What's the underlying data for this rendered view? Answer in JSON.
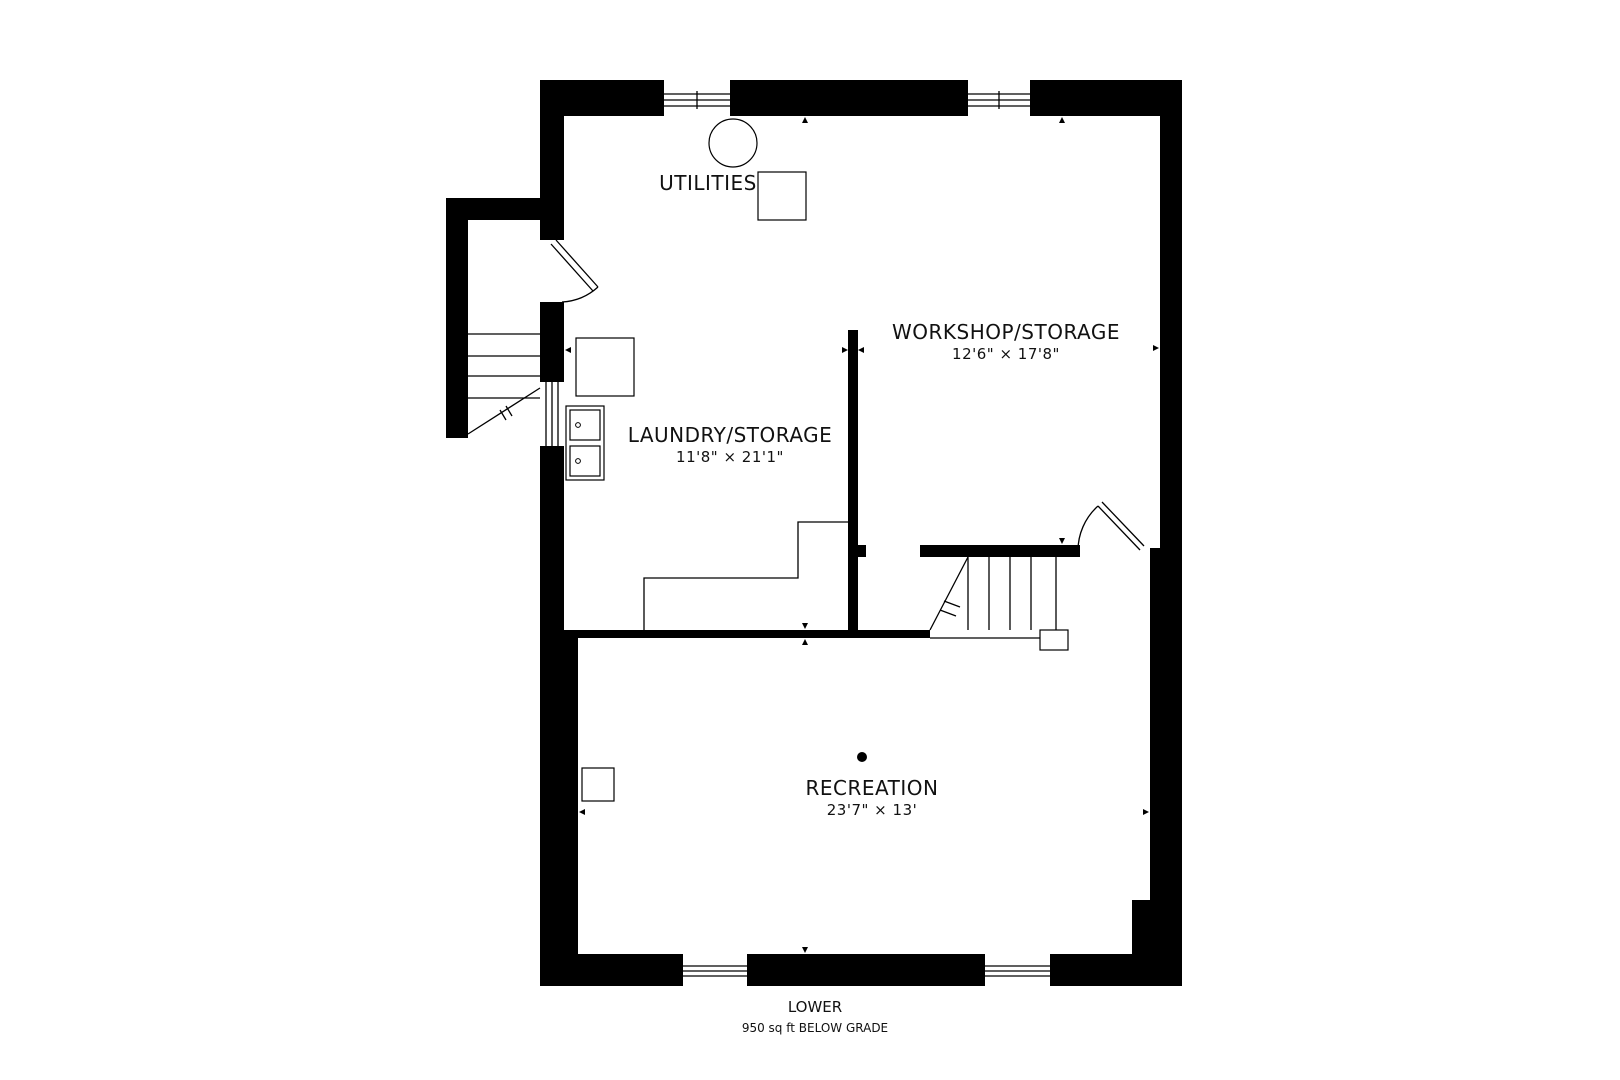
{
  "rooms": {
    "utilities": {
      "name": "UTILITIES"
    },
    "workshop": {
      "name": "WORKSHOP/STORAGE",
      "dims": "12'6\" × 17'8\""
    },
    "laundry": {
      "name": "LAUNDRY/STORAGE",
      "dims": "11'8\" × 21'1\""
    },
    "recreation": {
      "name": "RECREATION",
      "dims": "23'7\" × 13'"
    }
  },
  "floor": {
    "name": "LOWER",
    "area": "950 sq ft BELOW GRADE"
  }
}
